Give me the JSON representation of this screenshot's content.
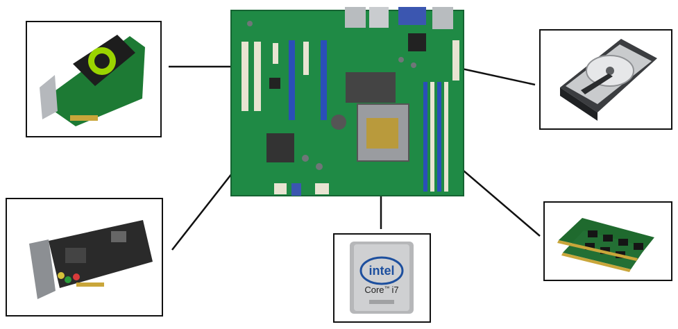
{
  "diagram": {
    "components": [
      {
        "id": "motherboard",
        "name": "motherboard-image"
      },
      {
        "id": "graphics_card",
        "name": "graphics-card-image",
        "icon": "graphics-card-icon"
      },
      {
        "id": "hard_drive",
        "name": "hard-drive-image",
        "icon": "hard-drive-icon"
      },
      {
        "id": "sound_card",
        "name": "sound-card-image",
        "icon": "sound-card-icon"
      },
      {
        "id": "cpu",
        "name": "cpu-image",
        "icon": "cpu-icon"
      },
      {
        "id": "ram",
        "name": "ram-image",
        "icon": "ram-icon"
      }
    ],
    "connections": [
      {
        "from": "graphics_card",
        "to": "motherboard"
      },
      {
        "from": "hard_drive",
        "to": "motherboard"
      },
      {
        "from": "sound_card",
        "to": "motherboard"
      },
      {
        "from": "cpu",
        "to": "motherboard"
      },
      {
        "from": "ram",
        "to": "motherboard"
      }
    ],
    "cpu_label": {
      "brand": "intel",
      "line1": "Core",
      "tm": "™",
      "line2": "i7"
    },
    "colors": {
      "board": "#1f8a45",
      "board_dark": "#156332",
      "slot_blue": "#2a4fb8",
      "slot_white": "#e9e4d2",
      "line": "#111111",
      "box_border": "#111111"
    }
  }
}
